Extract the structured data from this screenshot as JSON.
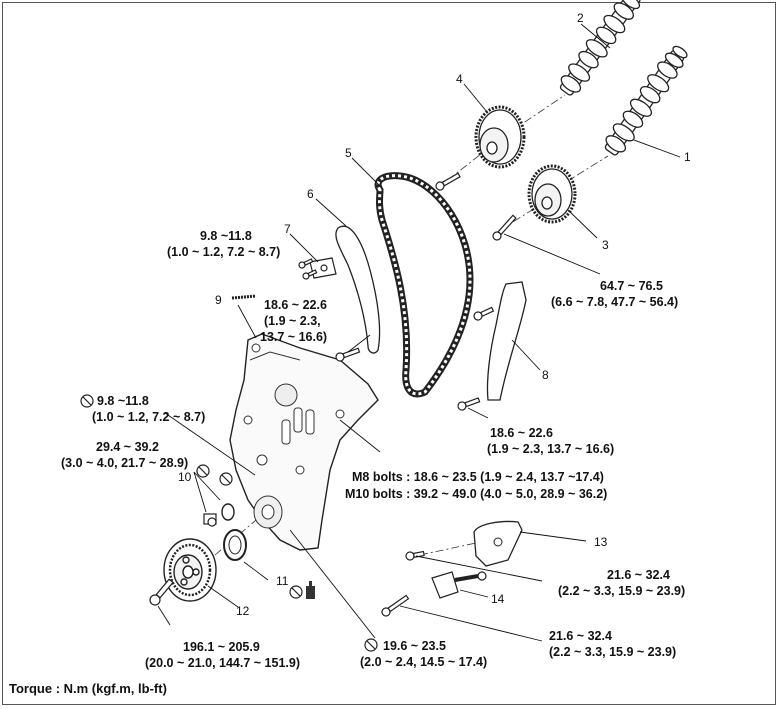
{
  "parts": {
    "p1": "1",
    "p2": "2",
    "p3": "3",
    "p4": "4",
    "p5": "5",
    "p6": "6",
    "p7": "7",
    "p8": "8",
    "p9": "9",
    "p10": "10",
    "p11": "11",
    "p12": "12",
    "p13": "13",
    "p14": "14"
  },
  "torques": {
    "t_cover_top_a": "9.8 ~11.8",
    "t_cover_top_b": "(1.0 ~ 1.2, 7.2 ~ 8.7)",
    "t_guide_a": "18.6 ~ 22.6",
    "t_guide_b": "(1.9 ~ 2.3,",
    "t_guide_c": "13.7 ~ 16.6)",
    "t_sprocket_a": "64.7 ~ 76.5",
    "t_sprocket_b": "(6.6 ~ 7.8, 47.7 ~ 56.4)",
    "t_tensionerarm_a": "18.6 ~ 22.6",
    "t_tensionerarm_b": "(1.9 ~ 2.3, 13.7 ~ 16.6)",
    "t_cover_left_a": "9.8 ~11.8",
    "t_cover_left_b": "(1.0 ~ 1.2, 7.2 ~ 8.7)",
    "t_plug_a": "29.4 ~ 39.2",
    "t_plug_b": "(3.0 ~ 4.0, 21.7 ~ 28.9)",
    "t_m8": "M8 bolts : 18.6 ~ 23.5 (1.9 ~ 2.4, 13.7 ~17.4)",
    "t_m10": "M10 bolts : 39.2 ~ 49.0 (4.0 ~ 5.0, 28.9 ~ 36.2)",
    "t_13_a": "21.6 ~ 32.4",
    "t_13_b": "(2.2 ~ 3.3, 15.9 ~ 23.9)",
    "t_14_a": "21.6 ~ 32.4",
    "t_14_b": "(2.2 ~ 3.3, 15.9 ~ 23.9)",
    "t_pump_a": "19.6 ~ 23.5",
    "t_pump_b": "(2.0 ~ 2.4, 14.5 ~ 17.4)",
    "t_crank_a": "196.1 ~ 205.9",
    "t_crank_b": "(20.0 ~ 21.0, 144.7 ~ 151.9)"
  },
  "footer": {
    "torque_units": "Torque : N.m (kgf.m, lb-ft)"
  }
}
